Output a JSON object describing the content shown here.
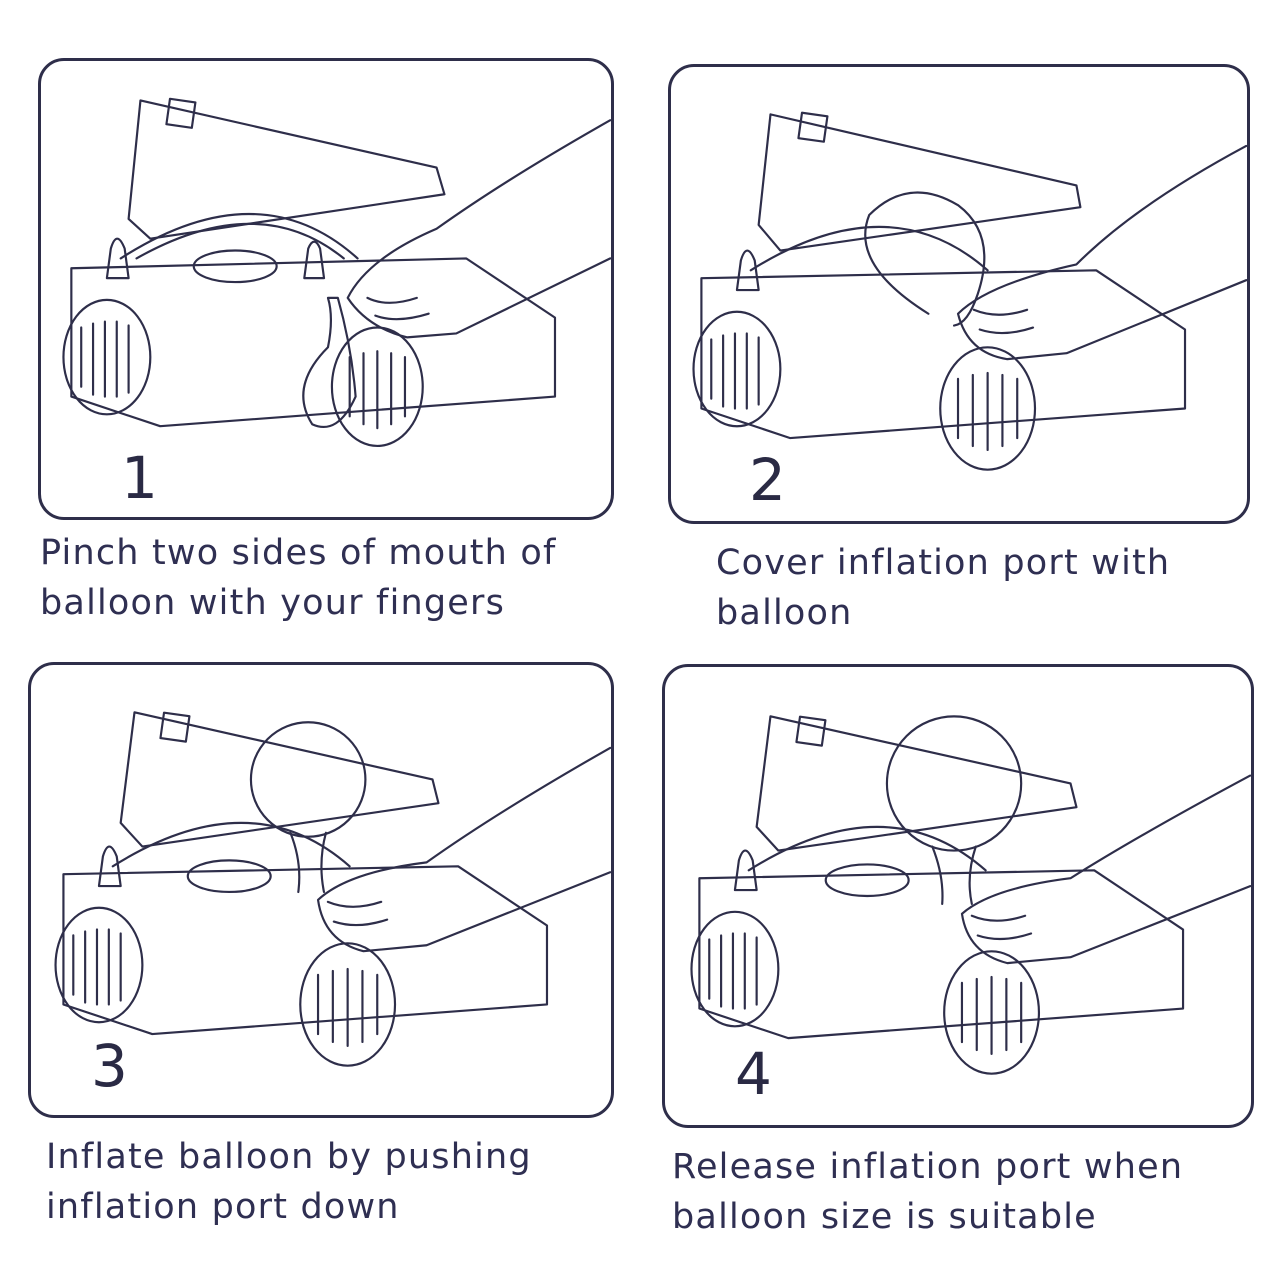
{
  "steps": [
    {
      "number": "1",
      "caption_line1": "Pinch two sides of mouth of",
      "caption_line2": "balloon with your fingers"
    },
    {
      "number": "2",
      "caption_line1": "Cover inflation port with",
      "caption_line2": "balloon"
    },
    {
      "number": "3",
      "caption_line1": "Inflate balloon by pushing",
      "caption_line2": "inflation port down"
    },
    {
      "number": "4",
      "caption_line1": "Release inflation port when",
      "caption_line2": "balloon size is suitable"
    }
  ],
  "colors": {
    "line": "#2e2e4a",
    "text": "#2f2f52",
    "background": "#ffffff"
  }
}
